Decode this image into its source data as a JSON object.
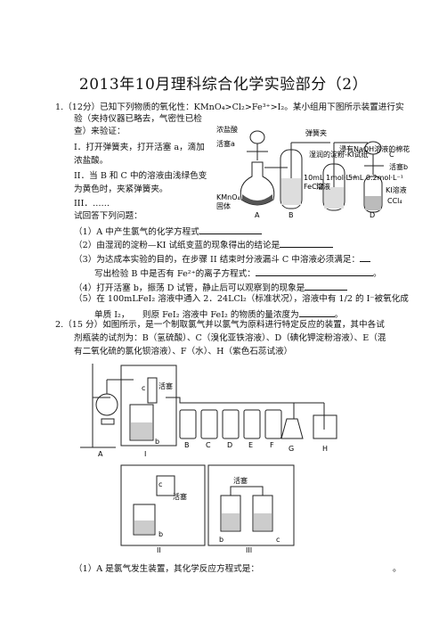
{
  "title": "2013年10月理科综合化学实验部分（2）",
  "q1": {
    "stem_1": "1.（12分）已知下列物质的氧化性：KMnO₄>Cl₂>Fe³⁺>I₂。某小组用下图所示装置进行实",
    "stem_2": "验（夹持仪器已略去，气密性已检",
    "stem_3": "查）来验证：",
    "step_1a": "I．打开弹簧夹，打开活塞 a，滴加",
    "step_1b": "浓盐酸。",
    "step_2a": "II．当 B 和 C 中的溶液由浅绿色变",
    "step_2b": "为黄色时，夹紧弹簧夹。",
    "step_3": "III．……",
    "prompt": "试回答下列问题：",
    "sub_1": "（1）A 中产生氯气的化学方程式",
    "sub_2": "（2）由湿润的淀粉—KI 试纸变蓝的现象得出的结论是",
    "sub_3a": "（3）为达成本实验的目的，在步骤 II 结束时分液漏斗 C 中溶液必须满足：",
    "sub_3b": "写出检验 B 中是否有 Fe²⁺的离子方程式：",
    "sub_4": "（4）打开活塞 b，振荡 D 试管，静止后可以观察到的现象是",
    "sub_5a": "（5）在 100mLFeI₂ 溶液中通入 2．24LCl₂（标准状况），溶液中有 1/2 的 I⁻被氧化成",
    "sub_5b": "单质 I₂，　　则原 FeI₂ 溶液中 FeI₂ 的物质的量浓度为",
    "fig_labels": {
      "hcl": "浓盐酸",
      "valve_a": "活塞a",
      "spring_clip": "弹簧夹",
      "starch_ki": "湿润的淀粉-KI试纸",
      "naoh_cotton": "浸有NaOH溶液的棉花",
      "c_label": "C",
      "valve_b": "活塞b",
      "fecl2_vol": "10mL 1mol·L⁻¹",
      "fecl2_name": "FeCl2",
      "fecl2_solution": "溶液",
      "ki_sol": "5mL 0.2mol·L⁻¹",
      "ki_name": "KI溶液",
      "ccl4": "CCl₄",
      "kmno4": "KMnO₄",
      "solid": "固体",
      "A": "A",
      "B": "B",
      "D": "D"
    }
  },
  "q2": {
    "stem_1": "2.（15 分）如图所示，是一个制取氯气并以氯气为原料进行特定反应的装置，其中各试",
    "stem_2": "剂瓶装的试剂为：B（氢硫酸）、C（溴化亚铁溶液）、D（碘化钾淀粉溶液）、E（混",
    "stem_3": "有二氧化硫的氯化钡溶液）、F（水）、H（紫色石蕊试液）",
    "fig_labels": {
      "c": "c",
      "valve": "活塞",
      "b": "b",
      "A": "A",
      "I": "I",
      "B": "B",
      "C": "C",
      "D": "D",
      "E": "E",
      "F": "F",
      "G": "G",
      "H": "H",
      "II": "II",
      "III": "III",
      "c2": "c",
      "valve2": "活塞",
      "b2": "b",
      "valve3": "活塞",
      "c3": "c"
    },
    "sub_1": "（1）A 是氯气发生装置，其化学反应方程式是：",
    "sub_1_end": "。"
  },
  "trailing": {
    "period_3": "。",
    "period_5": "。"
  }
}
